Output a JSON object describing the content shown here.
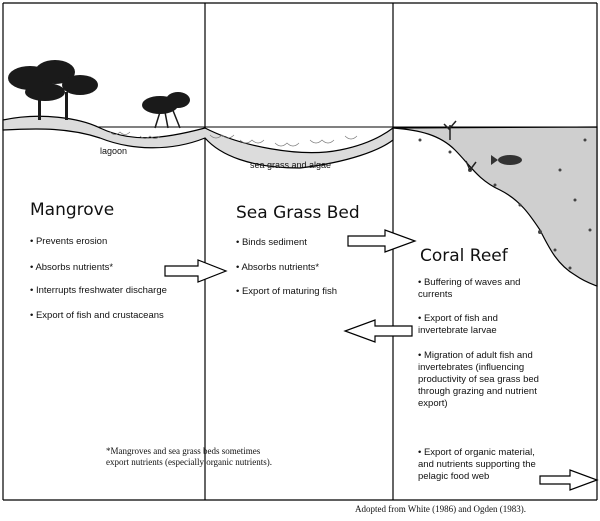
{
  "landscape": {
    "lagoon_label": "lagoon",
    "seagrass_label": "sea grass and algae"
  },
  "mangrove": {
    "title": "Mangrove",
    "bullets": [
      "• Prevents erosion",
      "• Absorbs nutrients*",
      "• Interrupts freshwater discharge",
      "• Export of fish and crustaceans"
    ]
  },
  "seagrass": {
    "title": "Sea Grass Bed",
    "bullets": [
      "• Binds sediment",
      "• Absorbs nutrients*",
      "• Export of maturing fish"
    ]
  },
  "coral": {
    "title": "Coral Reef",
    "bullets": [
      "• Buffering of waves and\ncurrents",
      "• Export of fish and\ninvertebrate larvae",
      "• Migration of adult fish and\ninvertebrates (influencing\nproductivity of sea grass bed\nthrough grazing and nutrient\nexport)",
      "• Export of organic material,\nand nutrients supporting the\npelagic food web"
    ]
  },
  "footnote": "*Mangroves and sea grass beds sometimes\nexport nutrients (especially organic nutrients).",
  "credit": "Adopted from White (1986) and Ogden (1983).",
  "arrows": {
    "mangrove_to_seagrass": "right",
    "seagrass_to_coral": "right",
    "coral_to_seagrass": "left",
    "coral_to_ocean": "right"
  }
}
